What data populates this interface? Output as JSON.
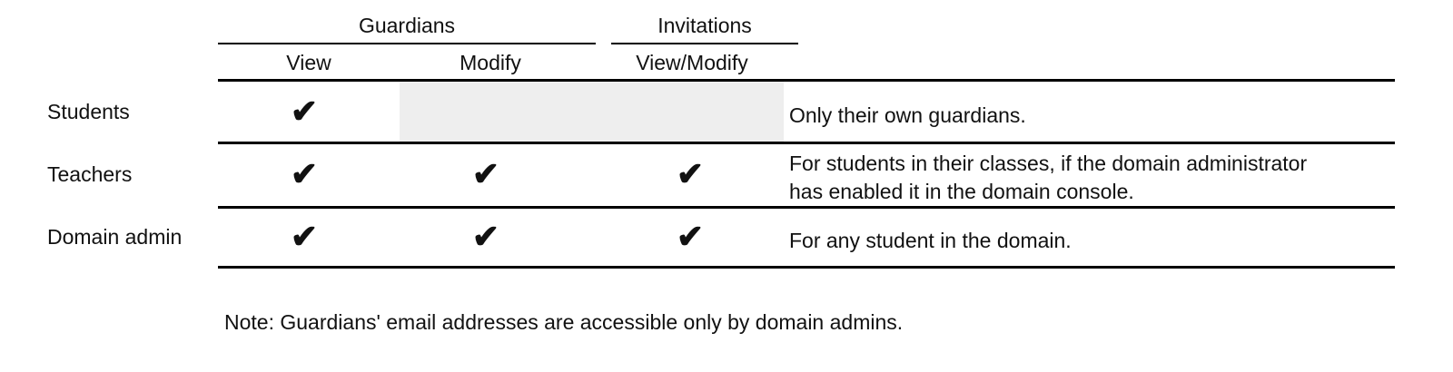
{
  "figure": {
    "type": "permissions-matrix",
    "background_color": "#ffffff",
    "text_color": "#111111",
    "rule_color": "#000000",
    "disabled_cell_color": "#eeeeee",
    "check_glyph": "✔"
  },
  "header": {
    "groups": [
      {
        "label": "Guardians",
        "spans": [
          "View",
          "Modify"
        ]
      },
      {
        "label": "Invitations",
        "spans": [
          "View/Modify"
        ]
      }
    ],
    "subcolumns": [
      {
        "label": "View"
      },
      {
        "label": "Modify"
      },
      {
        "label": "View/Modify"
      }
    ],
    "notes_column_label": ""
  },
  "rows": [
    {
      "label": "Students",
      "guardians_view": "✔",
      "guardians_modify": "",
      "guardians_modify_state": "not-available",
      "invitations_view_modify": "",
      "invitations_state": "not-available",
      "description": "Only their own guardians."
    },
    {
      "label": "Teachers",
      "guardians_view": "✔",
      "guardians_modify": "✔",
      "guardians_modify_state": "available",
      "invitations_view_modify": "✔",
      "invitations_state": "available",
      "description": "For students in their classes, if the domain administrator\nhas enabled it in the domain console."
    },
    {
      "label": "Domain admin",
      "guardians_view": "✔",
      "guardians_modify": "✔",
      "guardians_modify_state": "available",
      "invitations_view_modify": "✔",
      "invitations_state": "available",
      "description": "For any student in the domain."
    }
  ],
  "footnote": {
    "text": "Note: Guardians' email addresses are accessible only by domain admins."
  }
}
